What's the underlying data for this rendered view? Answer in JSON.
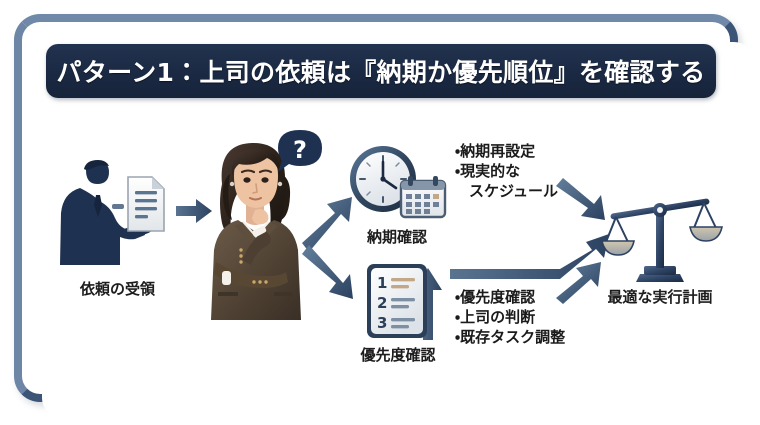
{
  "frame": {
    "border_top_color": "#7089a8",
    "border_bottom_color": "#3c5475"
  },
  "title": {
    "text": "パターン1：上司の依頼は『納期か優先順位』を確認する",
    "bg_color": "#1a2842",
    "text_color": "#ffffff"
  },
  "flow": {
    "request": {
      "label": "依頼の受領",
      "icon": "businessman-handing-document-icon"
    },
    "thinker": {
      "icon": "thinking-businesswoman-icon",
      "bubble": "?"
    },
    "deadline": {
      "label": "納期確認",
      "icon": "clock-calendar-icon",
      "bullets": [
        "納期再設定",
        "現実的な",
        "スケジュール"
      ]
    },
    "priority": {
      "label": "優先度確認",
      "icon": "numbered-list-icon",
      "list_numbers": [
        "1",
        "2",
        "3"
      ],
      "bullets": [
        "優先度確認",
        "上司の判断",
        "既存タスク調整"
      ]
    },
    "result": {
      "label": "最適な実行計画",
      "icon": "balance-scales-icon"
    }
  },
  "colors": {
    "arrow": "#46607f",
    "navy": "#1a2842",
    "steel": "#6d86a6",
    "text": "#1b1b1b"
  }
}
